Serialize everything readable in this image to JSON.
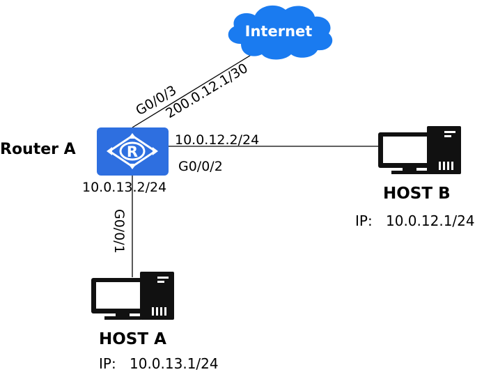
{
  "cloud": {
    "label": "Internet",
    "color": "#1a7bf0"
  },
  "router": {
    "name": "Router A",
    "color": "#2e6fe0",
    "symbol": "R"
  },
  "links": {
    "internet": {
      "interface": "G0/0/3",
      "ip": "200.0.12.1/30"
    },
    "host_b": {
      "interface": "G0/0/2",
      "ip": "10.0.12.2/24"
    },
    "host_a": {
      "interface": "G0/0/1",
      "ip": "10.0.13.2/24"
    }
  },
  "hosts": {
    "a": {
      "name": "HOST A",
      "ip_label": "IP:",
      "ip": "10.0.13.1/24"
    },
    "b": {
      "name": "HOST B",
      "ip_label": "IP:",
      "ip": "10.0.12.1/24"
    }
  }
}
